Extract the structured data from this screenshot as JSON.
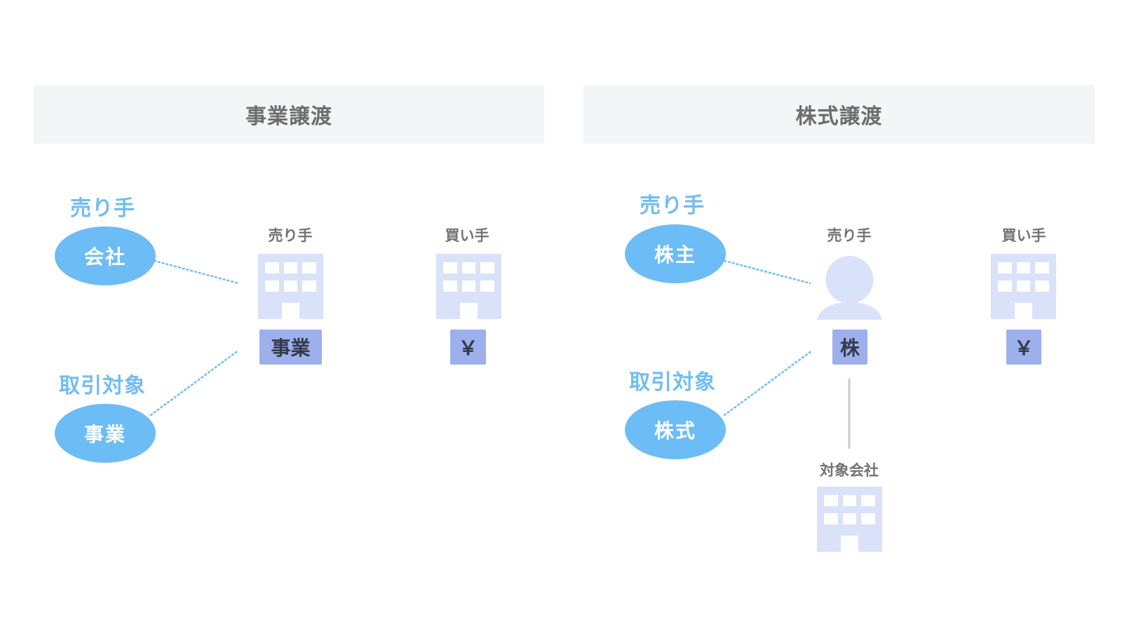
{
  "colors": {
    "header_bg": "#f4f5f7",
    "header_text": "#6d6d6d",
    "role_label": "#72bdf3",
    "ellipse_fill": "#6cbcf5",
    "icon_fill": "#d9e2f9",
    "tag_fill": "#9db0ec",
    "connector": "#72bdf3",
    "vertical_line": "#c9c9c9"
  },
  "left": {
    "title": "事業譲渡",
    "seller_role_label": "売り手",
    "seller_entity": "会社",
    "object_role_label": "取引対象",
    "object_entity": "事業",
    "seller_caption": "売り手",
    "buyer_caption": "買い手",
    "seller_tag": "事業",
    "buyer_tag": "￥",
    "seller_icon": "building-icon",
    "buyer_icon": "building-icon"
  },
  "right": {
    "title": "株式譲渡",
    "seller_role_label": "売り手",
    "seller_entity": "株主",
    "object_role_label": "取引対象",
    "object_entity": "株式",
    "seller_caption": "売り手",
    "buyer_caption": "買い手",
    "seller_tag": "株",
    "buyer_tag": "￥",
    "target_caption": "対象会社",
    "seller_icon": "person-icon",
    "buyer_icon": "building-icon",
    "target_icon": "building-icon"
  }
}
